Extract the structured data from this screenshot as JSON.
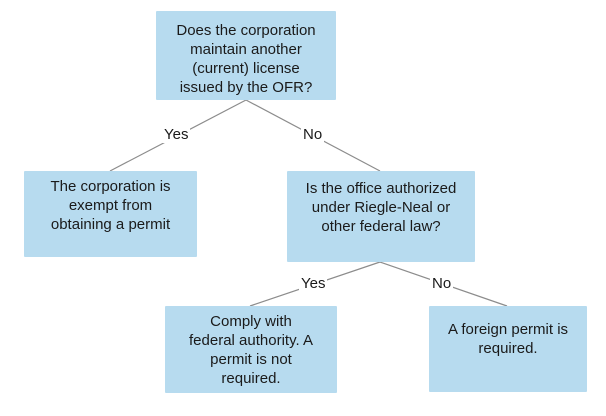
{
  "colors": {
    "box_fill": "#b7dbef",
    "connector": "#8c8c8c",
    "text": "#1a1a1a"
  },
  "nodes": {
    "q1": "Does the corporation\nmaintain another\n(current) license\nissued by the OFR?",
    "exempt": "The corporation is\nexempt from\nobtaining a permit",
    "q2": "Is the office authorized\nunder Riegle-Neal or\nother federal law?",
    "comply": "Comply with\nfederal authority. A\npermit is not\nrequired.",
    "foreign": "A foreign permit is\nrequired."
  },
  "edges": {
    "q1_yes": "Yes",
    "q1_no": "No",
    "q2_yes": "Yes",
    "q2_no": "No"
  }
}
